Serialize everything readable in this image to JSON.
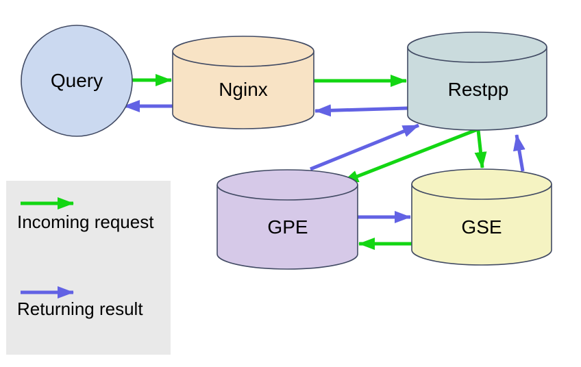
{
  "diagram": {
    "nodes": {
      "query": {
        "label": "Query",
        "shape": "circle"
      },
      "nginx": {
        "label": "Nginx",
        "shape": "cylinder"
      },
      "restpp": {
        "label": "Restpp",
        "shape": "cylinder"
      },
      "gpe": {
        "label": "GPE",
        "shape": "cylinder"
      },
      "gse": {
        "label": "GSE",
        "shape": "cylinder"
      }
    },
    "edges": [
      {
        "from": "Query",
        "to": "Nginx",
        "type": "incoming"
      },
      {
        "from": "Nginx",
        "to": "Query",
        "type": "returning"
      },
      {
        "from": "Nginx",
        "to": "Restpp",
        "type": "incoming"
      },
      {
        "from": "Restpp",
        "to": "Nginx",
        "type": "returning"
      },
      {
        "from": "GPE",
        "to": "Restpp",
        "type": "returning"
      },
      {
        "from": "Restpp",
        "to": "GPE",
        "type": "incoming"
      },
      {
        "from": "Restpp",
        "to": "GSE",
        "type": "incoming"
      },
      {
        "from": "GSE",
        "to": "Restpp",
        "type": "returning"
      },
      {
        "from": "GPE",
        "to": "GSE",
        "type": "returning"
      },
      {
        "from": "GSE",
        "to": "GPE",
        "type": "incoming"
      }
    ],
    "legend": {
      "incoming_label": "Incoming request",
      "returning_label": "Returning result"
    },
    "colors": {
      "incoming": "#13d613",
      "returning": "#6262e4",
      "query_fill": "#cbd9f0",
      "nginx_fill": "#f8e3c5",
      "restpp_fill": "#cadbdd",
      "gpe_fill": "#d6c9e8",
      "gse_fill": "#f5f3c2",
      "node_stroke": "#414a63",
      "legend_bg": "#e9e9e9"
    }
  }
}
